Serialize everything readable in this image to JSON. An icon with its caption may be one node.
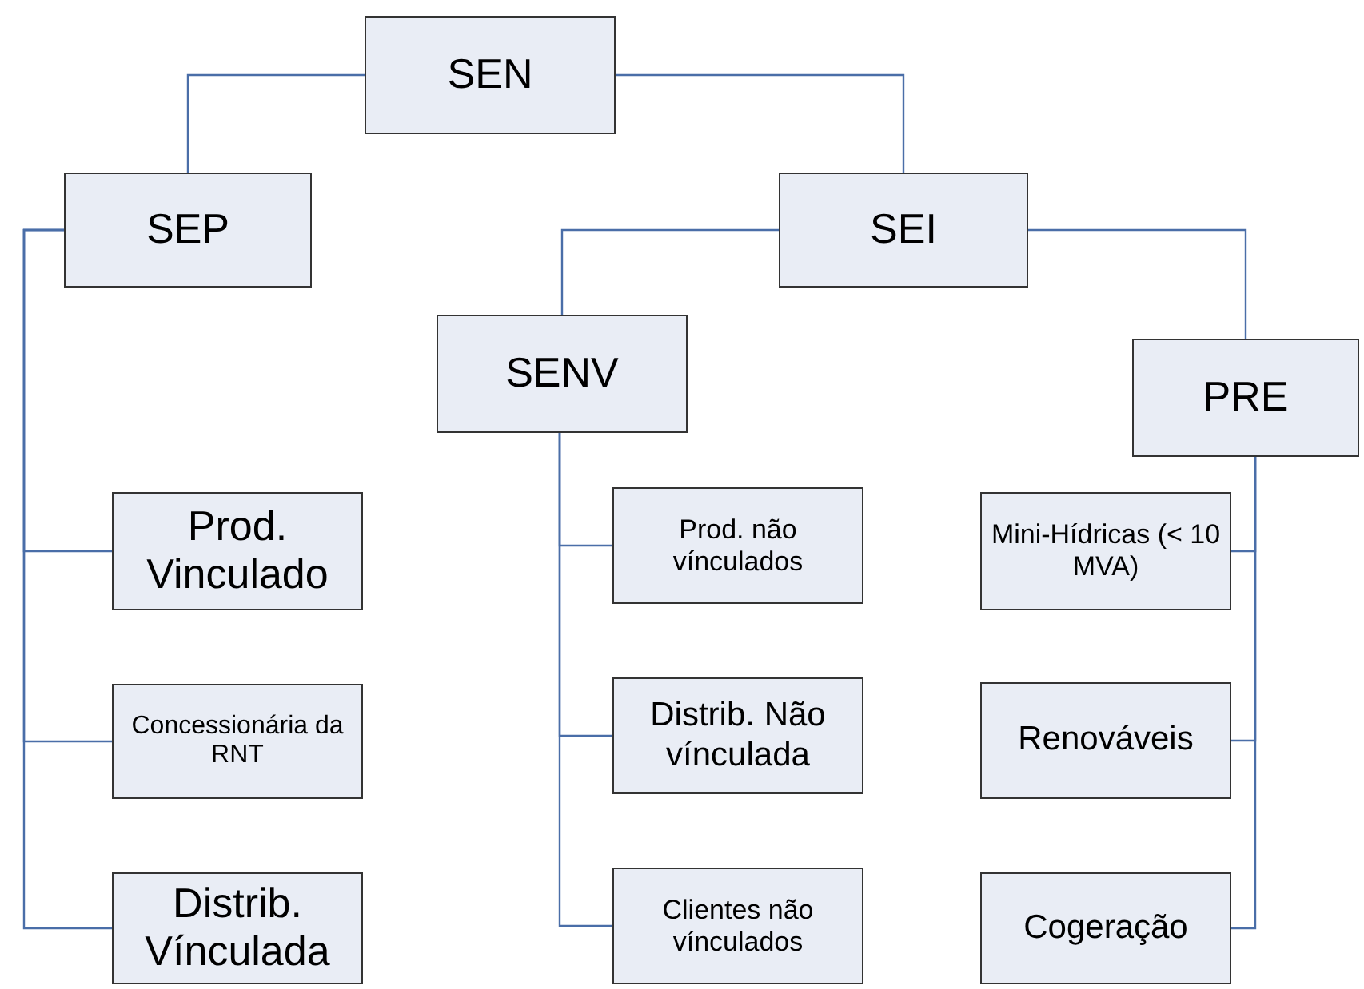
{
  "diagram": {
    "nodes": [
      {
        "text": [
          "SEN"
        ]
      },
      {
        "text": [
          "SEP"
        ]
      },
      {
        "text": [
          "SEI"
        ]
      },
      {
        "text": [
          "SENV"
        ]
      },
      {
        "text": [
          "PRE"
        ]
      },
      {
        "text": [
          "Prod. Vinculado"
        ]
      },
      {
        "text": [
          "Concessionária da RNT"
        ]
      },
      {
        "text": [
          "Distrib. Vínculada"
        ]
      },
      {
        "text": [
          "Prod. não vínculados"
        ]
      },
      {
        "text": [
          "Distrib. Não vínculada"
        ]
      },
      {
        "text": [
          "Clientes não vínculados"
        ]
      },
      {
        "text": [
          "Mini-Hídricas (< 10 MVA)"
        ]
      },
      {
        "text": [
          "Renováveis"
        ]
      },
      {
        "text": [
          "Cogeração"
        ]
      }
    ],
    "edges": [
      {
        "from": 0,
        "to": 1,
        "arrow": "none"
      },
      {
        "from": 0,
        "to": 2,
        "arrow": "none"
      },
      {
        "from": 2,
        "to": 3,
        "arrow": "none"
      },
      {
        "from": 2,
        "to": 4,
        "arrow": "none"
      },
      {
        "from": 1,
        "to": 5,
        "arrow": "none"
      },
      {
        "from": 1,
        "to": 6,
        "arrow": "none"
      },
      {
        "from": 1,
        "to": 7,
        "arrow": "none"
      },
      {
        "from": 3,
        "to": 8,
        "arrow": "none"
      },
      {
        "from": 3,
        "to": 9,
        "arrow": "none"
      },
      {
        "from": 3,
        "to": 10,
        "arrow": "none"
      },
      {
        "from": 4,
        "to": 11,
        "arrow": "none"
      },
      {
        "from": 4,
        "to": 12,
        "arrow": "none"
      },
      {
        "from": 4,
        "to": 13,
        "arrow": "none"
      }
    ]
  }
}
